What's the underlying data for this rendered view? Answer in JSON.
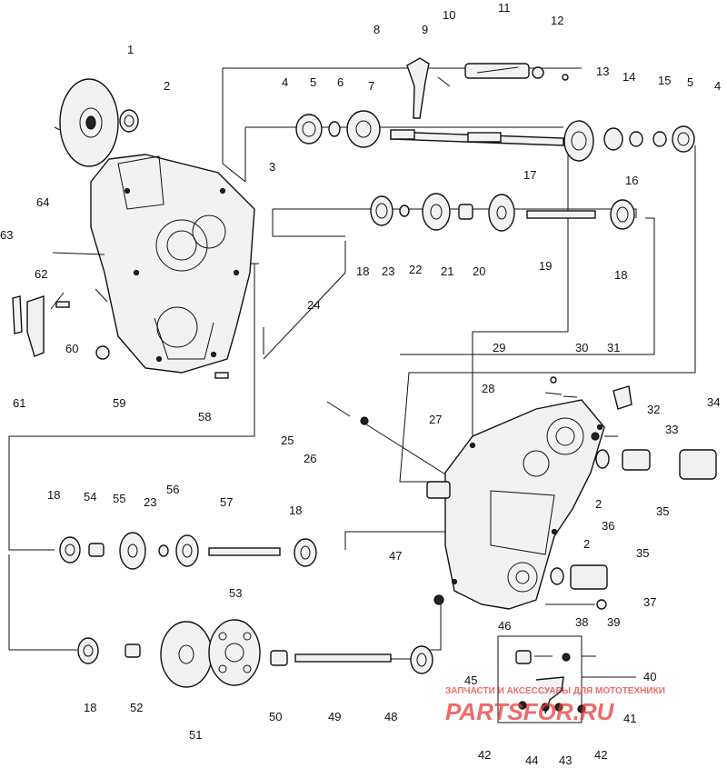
{
  "diagram": {
    "callout_labels": [
      "1",
      "2",
      "3",
      "4",
      "5",
      "6",
      "7",
      "8",
      "9",
      "10",
      "11",
      "12",
      "13",
      "14",
      "15",
      "5",
      "4",
      "17",
      "16",
      "64",
      "63",
      "62",
      "60",
      "61",
      "59",
      "58",
      "24",
      "18",
      "23",
      "22",
      "21",
      "20",
      "19",
      "18",
      "29",
      "30",
      "31",
      "28",
      "27",
      "32",
      "33",
      "34",
      "25",
      "26",
      "2",
      "35",
      "36",
      "18",
      "54",
      "55",
      "23",
      "56",
      "57",
      "18",
      "47",
      "2",
      "35",
      "37",
      "53",
      "46",
      "38",
      "39",
      "45",
      "40",
      "41",
      "18",
      "52",
      "51",
      "50",
      "49",
      "48",
      "42",
      "44",
      "43",
      "42"
    ]
  },
  "watermark": {
    "top_line": "ЗАПЧАСТИ И АКСЕССУАРЫ ДЛЯ МОТОТЕХНИКИ",
    "logo_text": "PARTSFOR.RU",
    "color": "#e63a3a"
  }
}
